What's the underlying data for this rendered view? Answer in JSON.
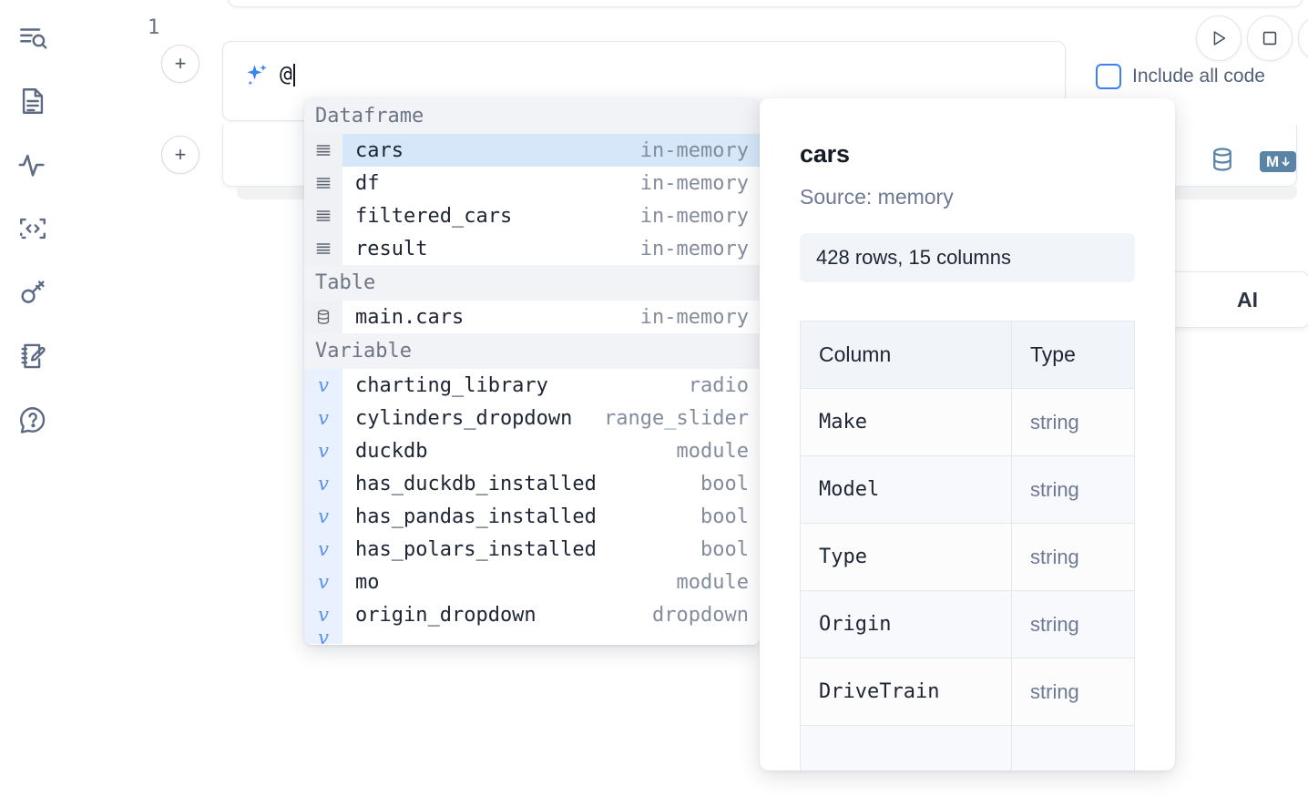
{
  "rail": {
    "items": [
      {
        "icon": "explore-search-icon",
        "name": "sidebar-item-explore"
      },
      {
        "icon": "file-text-icon",
        "name": "sidebar-item-files"
      },
      {
        "icon": "activity-pulse-icon",
        "name": "sidebar-item-activity"
      },
      {
        "icon": "code-brackets-icon",
        "name": "sidebar-item-snippets"
      },
      {
        "icon": "key-icon",
        "name": "sidebar-item-secrets"
      },
      {
        "icon": "notebook-pencil-icon",
        "name": "sidebar-item-scratchpad"
      },
      {
        "icon": "help-chat-icon",
        "name": "sidebar-item-help"
      }
    ]
  },
  "toolbar": {
    "run_icon": "play-icon",
    "stop_icon": "square-stop-icon",
    "more_icon": "circle-icon",
    "include_all_code_label": "Include all code",
    "include_all_code_checked": false
  },
  "ai_prompt": {
    "icon": "sparkle-ai-icon",
    "value": "@",
    "placeholder": ""
  },
  "code_cell": {
    "line_number": "1",
    "icons": [
      {
        "name": "database-icon",
        "label": ""
      },
      {
        "name": "markdown-icon",
        "label": "M"
      }
    ]
  },
  "ai_card": {
    "label": "AI"
  },
  "autocomplete": {
    "sections": [
      {
        "title": "Dataframe",
        "gutter_style": "df",
        "icon": "dataframe-rows-icon",
        "items": [
          {
            "name": "cars",
            "meta": "in-memory",
            "selected": true
          },
          {
            "name": "df",
            "meta": "in-memory",
            "selected": false
          },
          {
            "name": "filtered_cars",
            "meta": "in-memory",
            "selected": false
          },
          {
            "name": "result",
            "meta": "in-memory",
            "selected": false
          }
        ]
      },
      {
        "title": "Table",
        "gutter_style": "tbl",
        "icon": "database-icon",
        "items": [
          {
            "name": "main.cars",
            "meta": "in-memory",
            "selected": false
          }
        ]
      },
      {
        "title": "Variable",
        "gutter_style": "var",
        "icon": "variable-upsilon-icon",
        "items": [
          {
            "name": "charting_library",
            "meta": "radio",
            "selected": false
          },
          {
            "name": "cylinders_dropdown",
            "meta": "range_slider",
            "selected": false
          },
          {
            "name": "duckdb",
            "meta": "module",
            "selected": false
          },
          {
            "name": "has_duckdb_installed",
            "meta": "bool",
            "selected": false
          },
          {
            "name": "has_pandas_installed",
            "meta": "bool",
            "selected": false
          },
          {
            "name": "has_polars_installed",
            "meta": "bool",
            "selected": false
          },
          {
            "name": "mo",
            "meta": "module",
            "selected": false
          },
          {
            "name": "origin_dropdown",
            "meta": "dropdown",
            "selected": false
          },
          {
            "name": "",
            "meta": "",
            "selected": false
          }
        ]
      }
    ]
  },
  "detail": {
    "title": "cars",
    "source": "Source: memory",
    "shape": "428 rows, 15 columns",
    "table": {
      "headers": [
        "Column",
        "Type"
      ],
      "rows": [
        [
          "Make",
          "string"
        ],
        [
          "Model",
          "string"
        ],
        [
          "Type",
          "string"
        ],
        [
          "Origin",
          "string"
        ],
        [
          "DriveTrain",
          "string"
        ],
        [
          "",
          ""
        ]
      ]
    }
  },
  "colors": {
    "accent_blue": "#3b82f6",
    "selection_blue": "#d6e7fa",
    "variable_gutter": "#e8f1fd",
    "icon_slate": "#5a83a8",
    "text_dark": "#1d2433",
    "text_muted": "#6e7892"
  }
}
